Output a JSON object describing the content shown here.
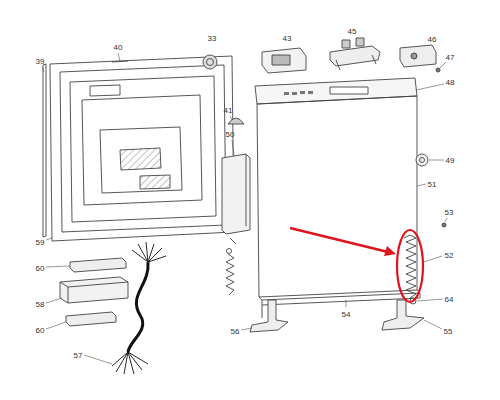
{
  "diagram": {
    "labels": [
      "39",
      "40",
      "33",
      "43",
      "45",
      "46",
      "47",
      "48",
      "41",
      "49",
      "50",
      "51",
      "53",
      "52",
      "64",
      "54",
      "56",
      "55",
      "59",
      "60",
      "58",
      "60",
      "57"
    ]
  }
}
